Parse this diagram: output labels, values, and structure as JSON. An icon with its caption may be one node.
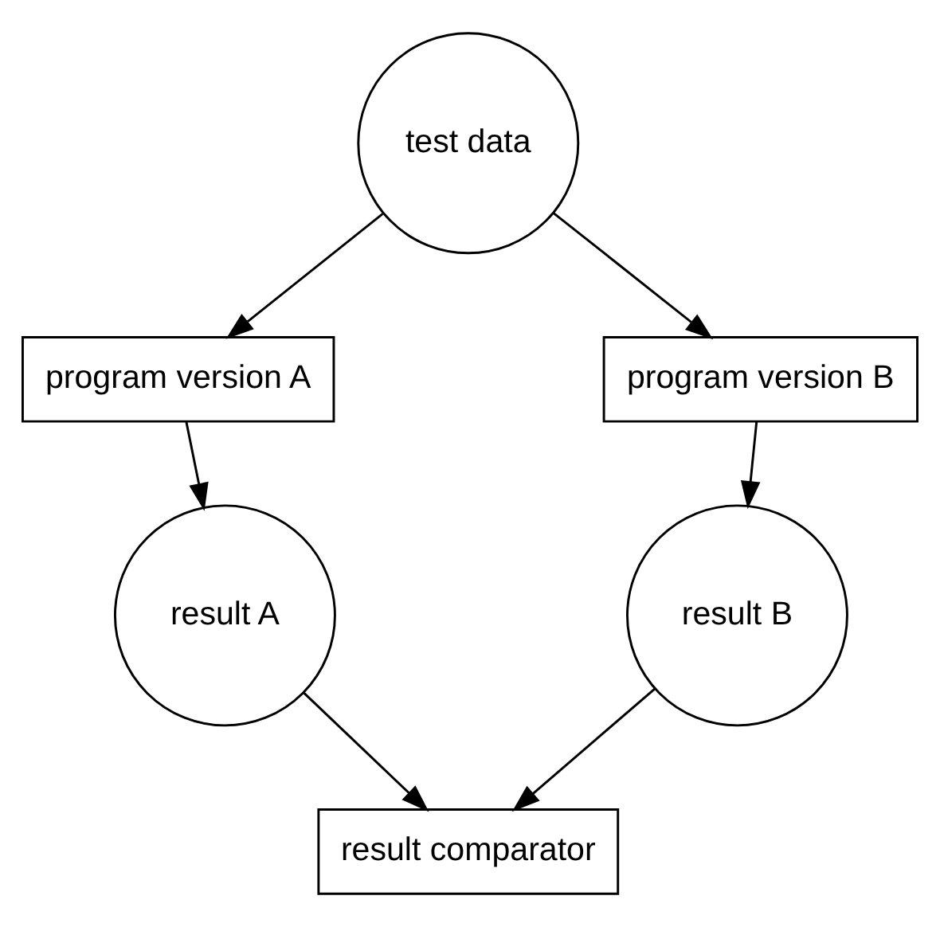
{
  "diagram": {
    "nodes": [
      {
        "text": [
          "test data"
        ]
      },
      {
        "text": [
          "program version A"
        ]
      },
      {
        "text": [
          "program version B"
        ]
      },
      {
        "text": [
          "result A"
        ]
      },
      {
        "text": [
          "result B"
        ]
      },
      {
        "text": [
          "result comparator"
        ]
      }
    ],
    "edges": [
      {
        "from": 0,
        "to": 1,
        "arrow": "to"
      },
      {
        "from": 0,
        "to": 2,
        "arrow": "to"
      },
      {
        "from": 1,
        "to": 3,
        "arrow": "to"
      },
      {
        "from": 2,
        "to": 4,
        "arrow": "to"
      },
      {
        "from": 3,
        "to": 5,
        "arrow": "to"
      },
      {
        "from": 4,
        "to": 5,
        "arrow": "to"
      }
    ]
  }
}
